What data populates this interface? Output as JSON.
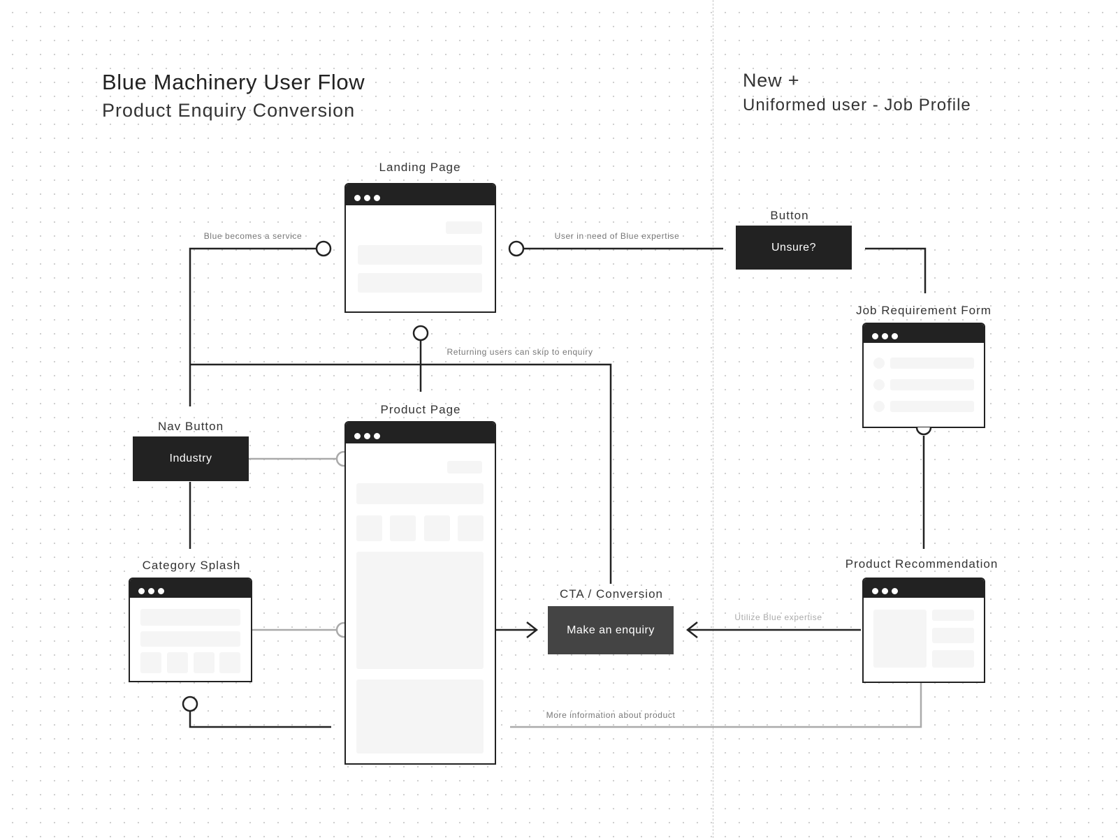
{
  "header": {
    "title": "Blue Machinery User Flow",
    "subtitle": "Product Enquiry Conversion",
    "right_title": "New +",
    "right_subtitle": "Uniformed user - Job Profile"
  },
  "nodes": {
    "landing_page": {
      "label": "Landing Page"
    },
    "product_page": {
      "label": "Product Page"
    },
    "nav_button": {
      "label": "Nav Button",
      "button_text": "Industry"
    },
    "category_splash": {
      "label": "Category Splash"
    },
    "cta": {
      "label": "CTA / Conversion",
      "button_text": "Make an enquiry"
    },
    "unsure_button": {
      "label": "Button",
      "button_text": "Unsure?"
    },
    "job_form": {
      "label": "Job Requirement Form"
    },
    "product_recommendation": {
      "label": "Product Recommendation"
    }
  },
  "connectors": {
    "blue_service": "Blue becomes a service",
    "user_expertise": "User in need of Blue expertise",
    "returning_users": "Returning users can skip to enquiry",
    "utilize_expertise": "Utilize Blue expertise",
    "more_info": "More information about product"
  },
  "colors": {
    "ink": "#222222",
    "grey_line": "#aaaaaa",
    "cta_bg": "#444444",
    "placeholder": "#f5f5f5"
  }
}
